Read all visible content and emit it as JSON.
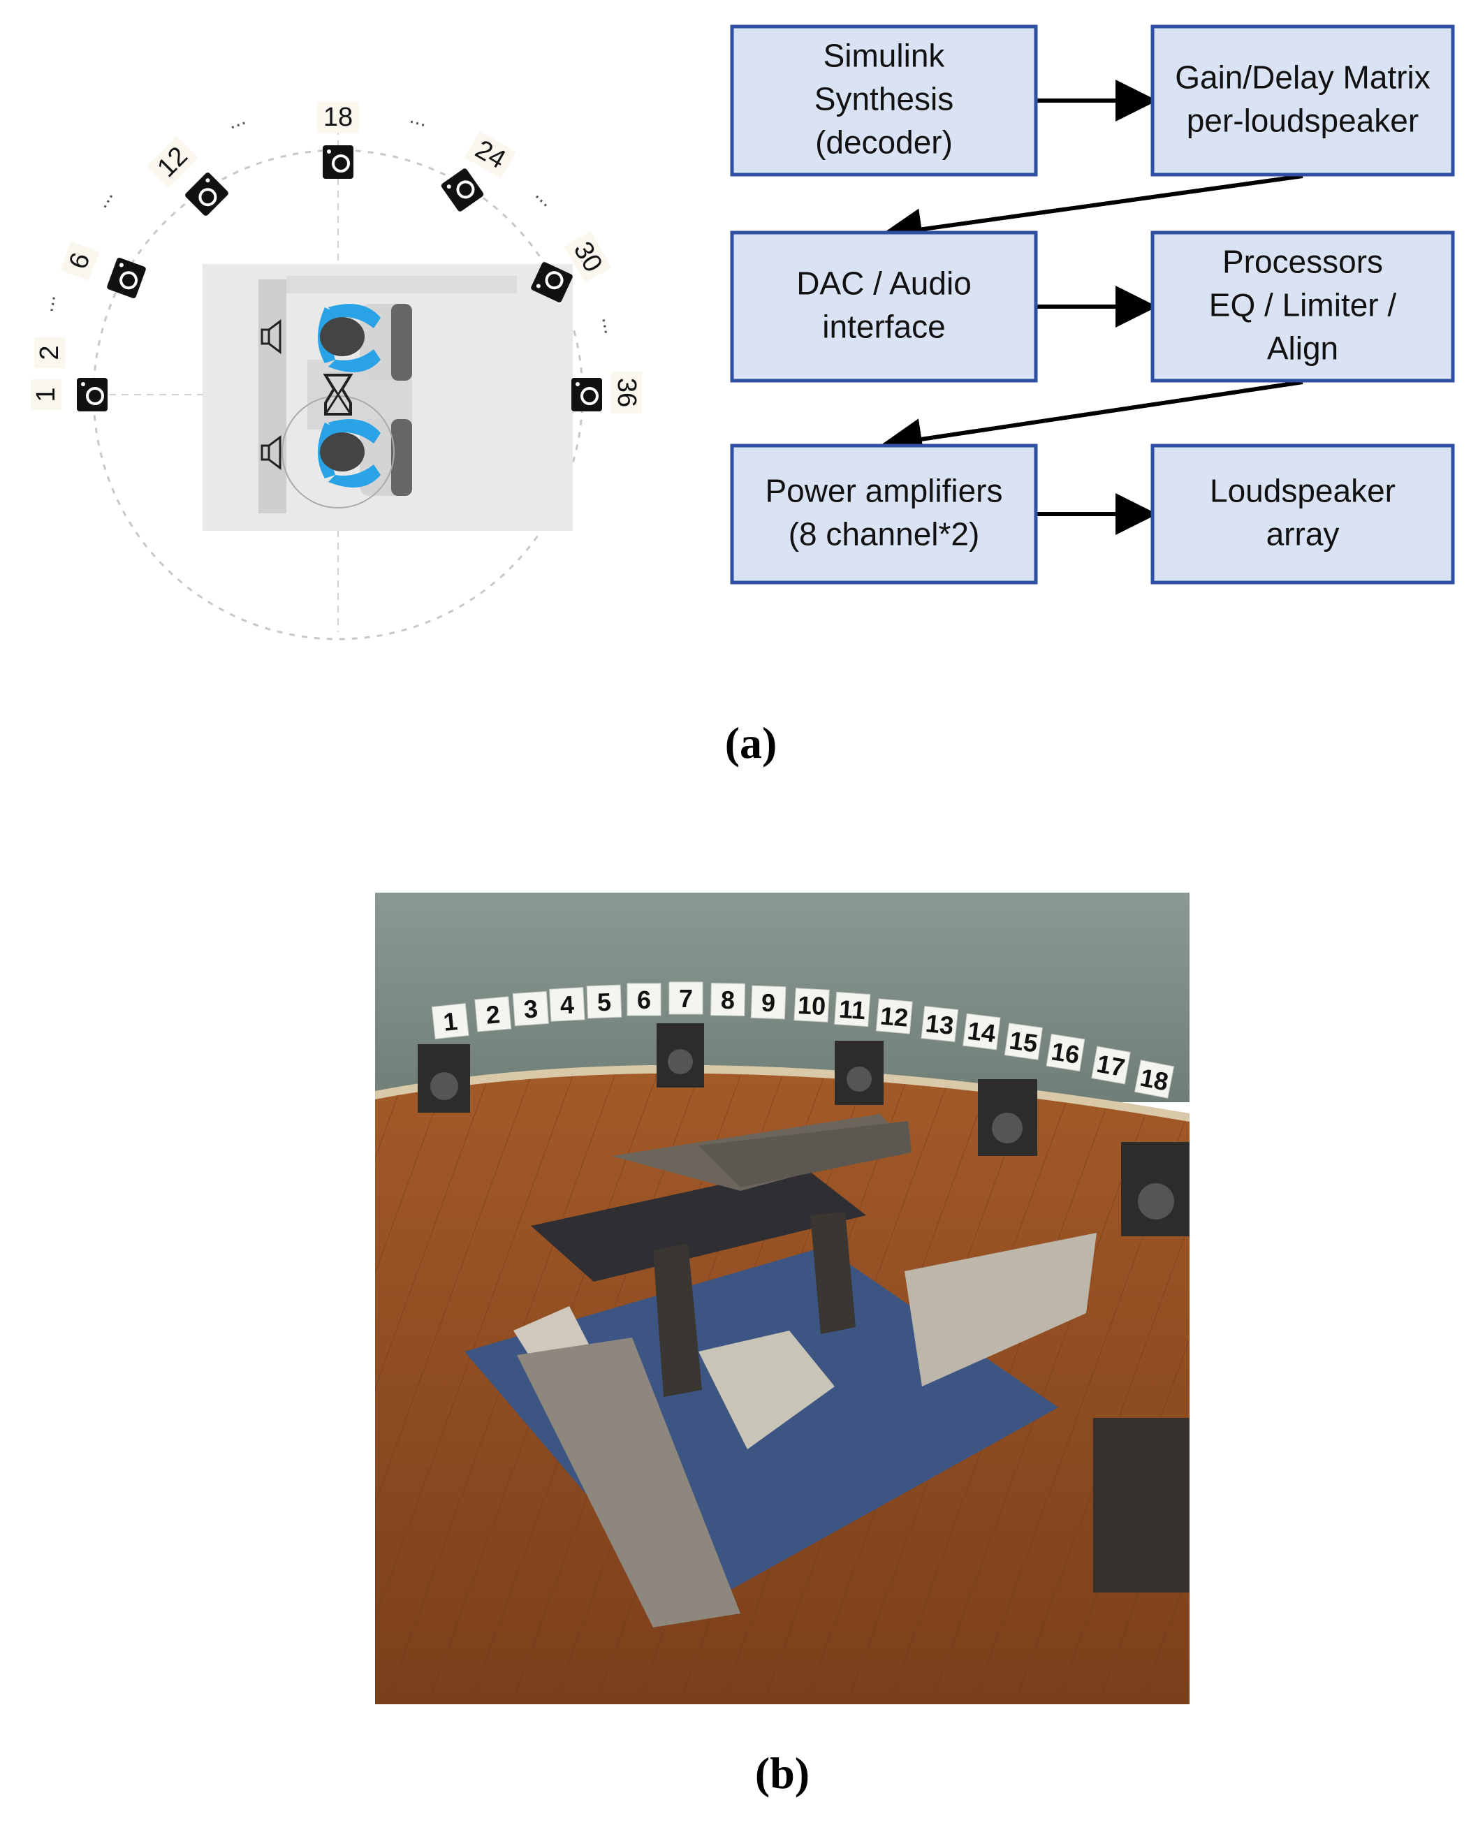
{
  "panel_a": {
    "layout": {
      "speaker_labels": [
        "1",
        "2",
        "6",
        "12",
        "18",
        "24",
        "30",
        "36"
      ],
      "ellipsis": "..."
    },
    "flow": {
      "nodes": [
        {
          "id": "synth",
          "lines": [
            "Simulink",
            "Synthesis",
            "(decoder)"
          ]
        },
        {
          "id": "matrix",
          "lines": [
            "Gain/Delay Matrix",
            "per-loudspeaker"
          ]
        },
        {
          "id": "dac",
          "lines": [
            "DAC / Audio",
            "interface"
          ]
        },
        {
          "id": "proc",
          "lines": [
            "Processors",
            "EQ / Limiter /",
            "Align"
          ]
        },
        {
          "id": "amp",
          "lines": [
            "Power amplifiers",
            "(8 channel*2)"
          ]
        },
        {
          "id": "array",
          "lines": [
            "Loudspeaker",
            "array"
          ]
        }
      ],
      "edges": [
        [
          "synth",
          "matrix"
        ],
        [
          "matrix",
          "dac"
        ],
        [
          "dac",
          "proc"
        ],
        [
          "proc",
          "amp"
        ],
        [
          "amp",
          "array"
        ]
      ]
    },
    "caption": "(a)"
  },
  "panel_b": {
    "speaker_numbers": [
      "1",
      "2",
      "3",
      "4",
      "5",
      "6",
      "7",
      "8",
      "9",
      "10",
      "11",
      "12",
      "13",
      "14",
      "15",
      "16",
      "17",
      "18"
    ],
    "caption": "(b)"
  },
  "colors": {
    "box_fill": "#dae3f3",
    "box_border": "#2f4fa2",
    "seat_accent": "#29a3e6",
    "floor": "#8b4a22",
    "wall": "#7e8f86",
    "rug": "#3c5582"
  }
}
